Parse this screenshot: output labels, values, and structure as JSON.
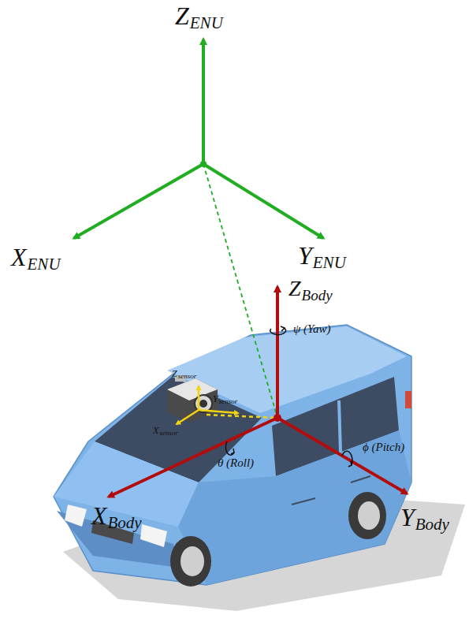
{
  "diagram": {
    "labels": [
      "Z",
      "ENU",
      "X",
      "ENU",
      "Y",
      "ENU",
      "Z",
      "Body",
      "ψ (Yaw)",
      "Z",
      "sensor",
      "Y",
      "sensor",
      "X",
      "sensor",
      "θ (Roll)",
      "ϕ (Pitch)",
      "X",
      "Body",
      "Y",
      "Body"
    ]
  }
}
